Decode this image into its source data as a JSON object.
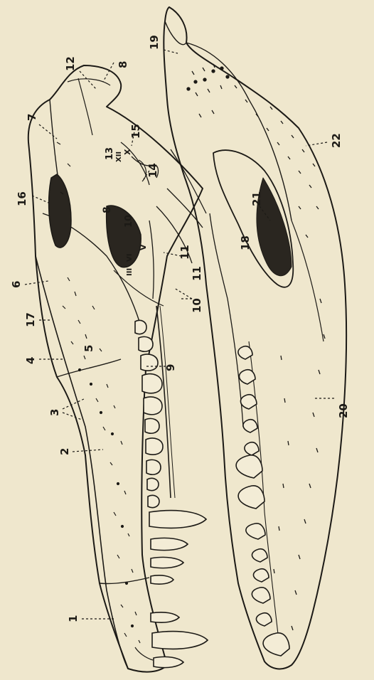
{
  "figure": {
    "labels": {
      "l1": "1",
      "l2": "2",
      "l3": "3",
      "l4": "4",
      "l5": "5",
      "l6": "6",
      "l7": "7",
      "l8": "8",
      "l8b": "8",
      "l9": "9",
      "l10": "10",
      "l10b": "10",
      "l11": "11",
      "l11b": "11",
      "l12": "12",
      "l13": "13",
      "l14": "14",
      "l15": "15",
      "l16": "16",
      "l17": "17",
      "l18": "18",
      "l19": "19",
      "l20": "20",
      "l21": "21",
      "l22": "22",
      "rx": "X",
      "rxii": "XII",
      "rv": "V",
      "rvi": "VI",
      "riii": "III"
    },
    "colors": {
      "paper": "#efe7cd",
      "ink": "#1c1a16",
      "shade": "#2a2620"
    }
  }
}
